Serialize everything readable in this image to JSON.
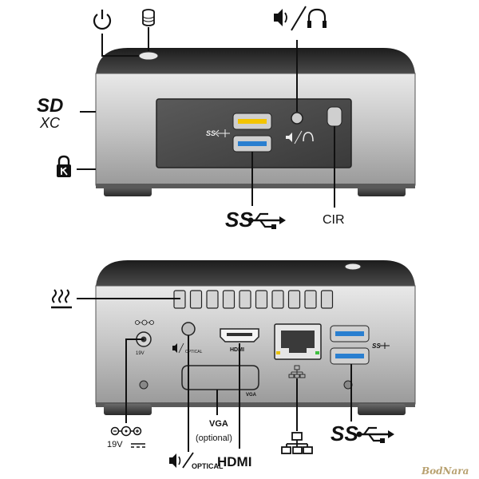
{
  "front": {
    "power_icon": "power-icon",
    "hdd_icon": "hdd-activity-icon",
    "audio_icon": "speaker-headset-icon",
    "sdxc_top": "SD",
    "sdxc_bottom": "XC",
    "lock_icon": "kensington-lock-icon",
    "usb_label": "SS",
    "cir_label": "CIR",
    "panel_ss_label": "SS",
    "usb_colors": [
      "#f3c400",
      "#2a7fd0"
    ]
  },
  "back": {
    "heat_icon": "exhaust-heat-icon",
    "dc_label": "19V",
    "dc_label_panel": "19V",
    "optical_label": "OPTICAL",
    "optical_label_panel": "OPTICAL",
    "hdmi_label": "HDMI",
    "hdmi_label_panel": "HDMI",
    "vga_label_panel": "VGA",
    "vga_label": "VGA",
    "vga_sublabel": "(optional)",
    "usb_label": "SS",
    "panel_ss_label": "SS",
    "lan_icon": "network-lan-icon"
  },
  "watermark": "BodNara",
  "colors": {
    "dark": "#2a2a2a",
    "panel": "#4a4a4a",
    "body": "#a9a9a9",
    "usb_blue": "#2a7fd0",
    "usb_yellow": "#f3c400"
  }
}
